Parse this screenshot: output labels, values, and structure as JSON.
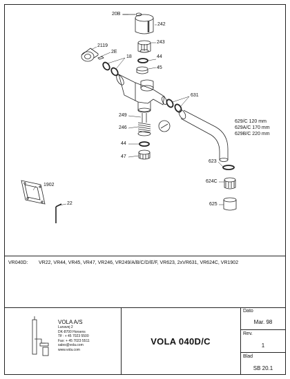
{
  "callouts": {
    "c20B": "20B",
    "c242": "242",
    "c243": "243",
    "c2119": "2119",
    "c2E": "2E",
    "c44a": "44",
    "c18": "18",
    "c45": "45",
    "c631": "631",
    "c249": "249",
    "c246": "246",
    "c44b": "44",
    "c47": "47",
    "c629C": "629/C   120 mm",
    "c629AC": "629A/C  170 mm",
    "c629BC": "629B/C  220 mm",
    "c623": "623",
    "c624C": "624C",
    "c625": "625",
    "c1902": "1902",
    "c22": "22"
  },
  "parts_list": {
    "key": "VR040D:",
    "items": "VR22, VR44, VR45, VR47, VR246, VR249/A/B/C/D/E/F, VR623, 2xVR631, VR624C, VR1902"
  },
  "title_block": {
    "company_name": "VOLA A/S",
    "company_lines": [
      "Lunavej 2",
      "DK-8700 Horsens",
      "Tlf : + 45 7023 5500",
      "Fax: + 45 7023 5511",
      "sales@vola.com",
      "www.vola.com"
    ],
    "title": "VOLA 040D/C",
    "dato_label": "Dato",
    "dato_value": "Mar. 98",
    "rev_label": "Rev.",
    "rev_value": "1",
    "blad_label": "Blad",
    "blad_value": "SB 20.1"
  }
}
